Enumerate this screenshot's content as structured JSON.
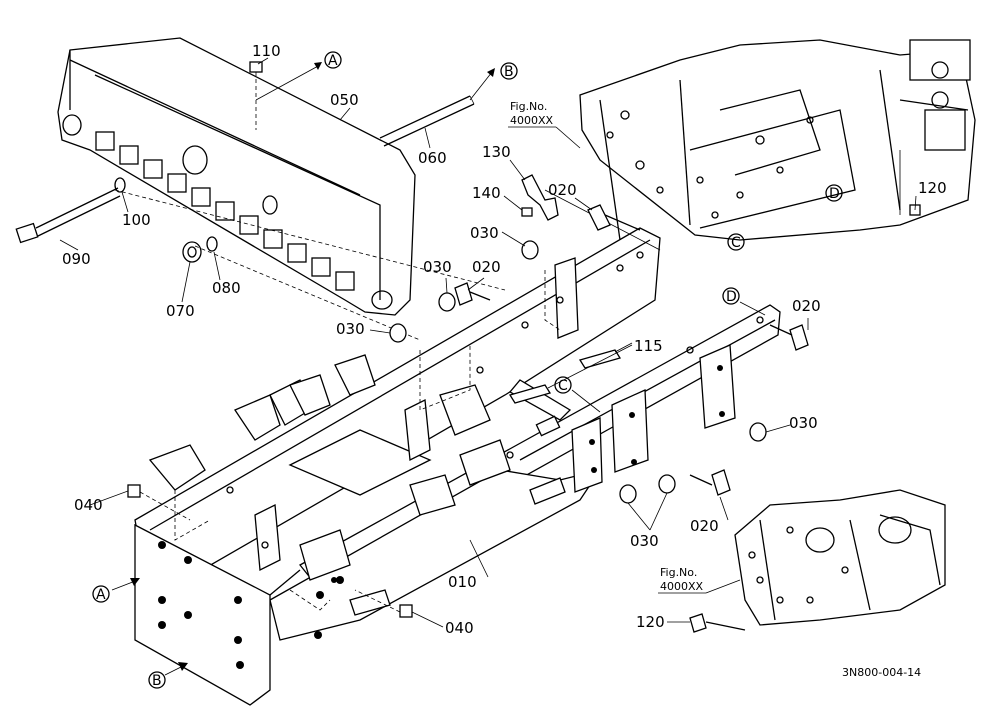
{
  "drawing_id": "3N800-004-14",
  "fig_refs": [
    {
      "label": "Fig.No.",
      "number": "4000XX"
    },
    {
      "label": "Fig.No.",
      "number": "4000XX"
    }
  ],
  "parts": {
    "p010": "010",
    "p020a": "020",
    "p020b": "020",
    "p020c": "020",
    "p020d": "020",
    "p030a": "030",
    "p030b": "030",
    "p030c": "030",
    "p030d": "030",
    "p030e": "030",
    "p040a": "040",
    "p040b": "040",
    "p050": "050",
    "p060": "060",
    "p070": "070",
    "p080": "080",
    "p090": "090",
    "p100": "100",
    "p110": "110",
    "p115": "115",
    "p120a": "120",
    "p120b": "120",
    "p130": "130",
    "p140": "140"
  },
  "refs": {
    "A_top": "A",
    "B_top": "B",
    "A_bottom": "A",
    "B_bottom": "B",
    "C_top": "C",
    "C_mid": "C",
    "D_top": "D",
    "D_mid": "D"
  }
}
